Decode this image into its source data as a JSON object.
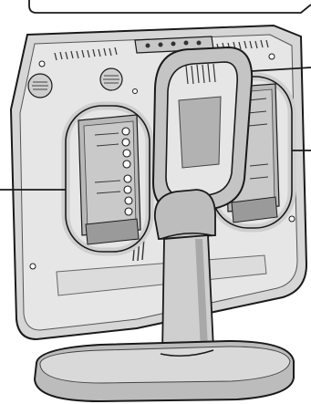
{
  "figure": {
    "subject": "tv-rear-view",
    "colors": {
      "background": "#ffffff",
      "outline": "#1a1a1a",
      "panel": "#e4e4e4",
      "panel_dark": "#b9b9b9",
      "recess": "#a8a8a8",
      "stand": "#cfcfcf",
      "stand_dark": "#8f8f8f",
      "callout_ring": "#d2d2d2"
    },
    "callouts": [
      {
        "name": "center-port-cover"
      },
      {
        "name": "left-terminal-panel"
      },
      {
        "name": "right-terminal-panel"
      }
    ]
  }
}
